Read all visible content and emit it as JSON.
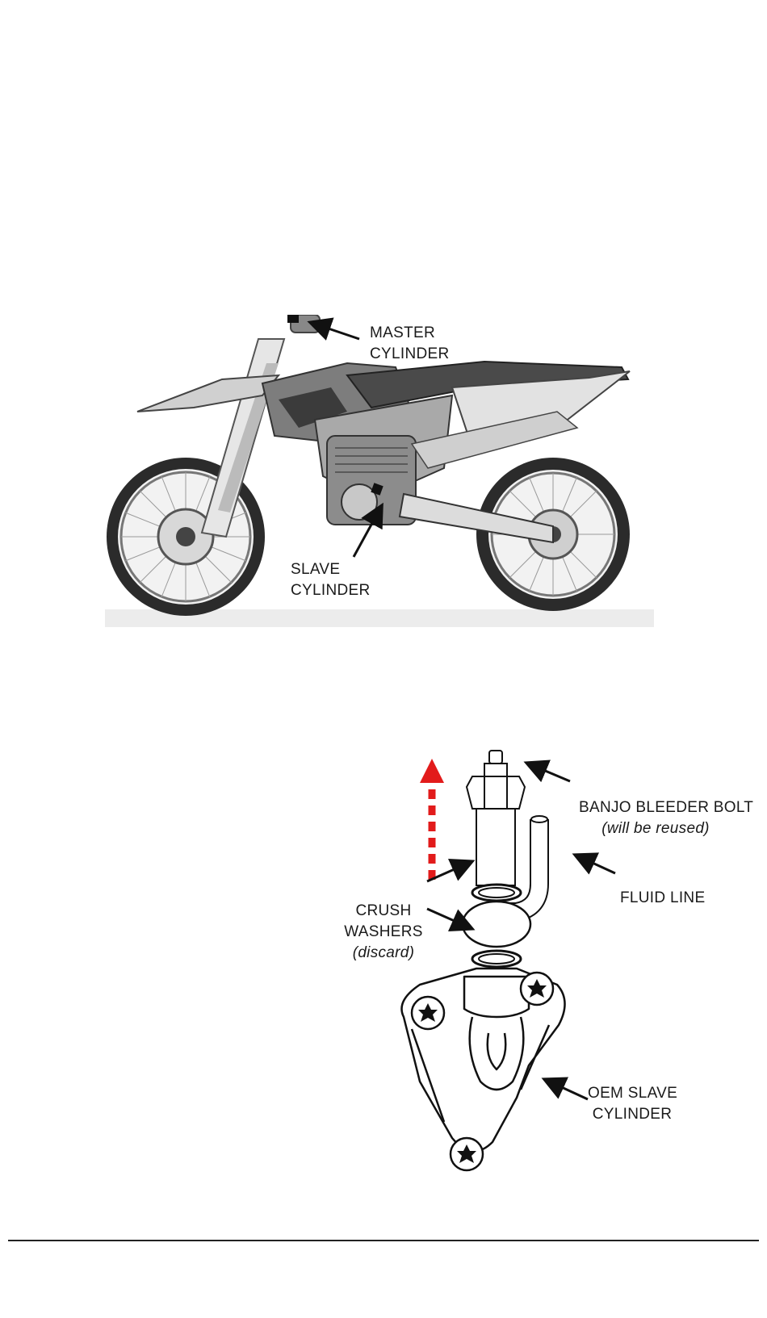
{
  "figure1": {
    "master_label": [
      "MASTER",
      "CYLINDER"
    ],
    "slave_label": [
      "SLAVE",
      "CYLINDER"
    ]
  },
  "figure2": {
    "banjo_label": [
      "BANJO BLEEDER BOLT",
      "(will be reused)"
    ],
    "fluid_label": "FLUID LINE",
    "crush_label": [
      "CRUSH",
      "WASHERS",
      "(discard)"
    ],
    "oem_label": [
      "OEM SLAVE",
      "CYLINDER"
    ],
    "arrow_color": "#e21b1b"
  }
}
